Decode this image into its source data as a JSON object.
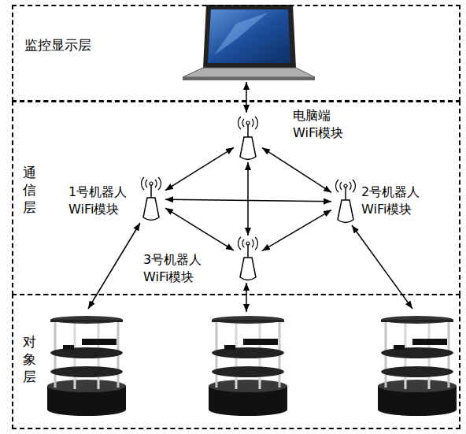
{
  "diagram": {
    "nodes": [
      {
        "text": [
          "监控显示层"
        ]
      },
      {
        "text": [
          "通信层"
        ]
      },
      {
        "text": [
          "电脑端 WiFi模块"
        ],
        "in": 1
      },
      {
        "text": [
          "1号机器人 WiFi模块"
        ],
        "in": 1
      },
      {
        "text": [
          "2号机器人 WiFi模块"
        ],
        "in": 1
      },
      {
        "text": [
          "3号机器人 WiFi模块"
        ],
        "in": 1
      },
      {
        "text": [
          "对象层"
        ]
      }
    ],
    "edges": [
      {
        "from": 2,
        "to": 3,
        "arrow": "both"
      },
      {
        "from": 2,
        "to": 4,
        "arrow": "both"
      },
      {
        "from": 2,
        "to": 5,
        "arrow": "both"
      },
      {
        "from": 3,
        "to": 4,
        "arrow": "both"
      },
      {
        "from": 3,
        "to": 5,
        "arrow": "both"
      },
      {
        "from": 4,
        "to": 5,
        "arrow": "both"
      }
    ]
  }
}
